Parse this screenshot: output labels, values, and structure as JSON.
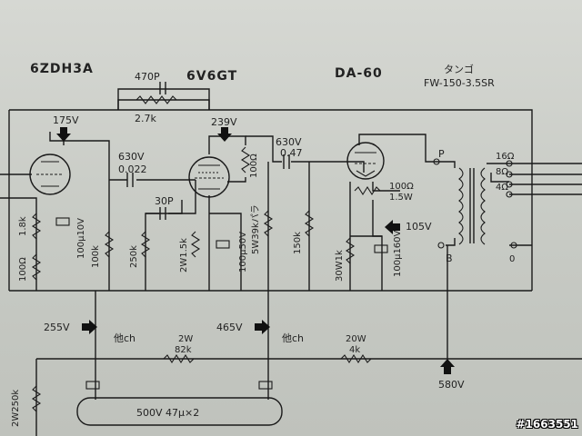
{
  "tubes": {
    "rectifier_stage": "6ZDH3A",
    "driver": "6V6GT",
    "output": "DA-60"
  },
  "transformer": {
    "brand": "タンゴ",
    "model": "FW-150-3.5SR",
    "taps": [
      "16Ω",
      "8Ω",
      "4Ω",
      "0"
    ],
    "primary": [
      "P",
      "B"
    ]
  },
  "feedback": {
    "cap": "470P",
    "res": "2.7k"
  },
  "voltages": {
    "v175": "175V",
    "v239": "239V",
    "v105": "105V",
    "v255": "255V",
    "v465": "465V",
    "v580": "580V"
  },
  "components": {
    "c_coupling1_v": "630V",
    "c_coupling1_val": "0.022",
    "c_coupling2_v": "630V",
    "c_coupling2_val": "0.47",
    "c30p": "30P",
    "r1_8k": "1.8k",
    "r100_a": "100Ω",
    "c_bypass1": "100μ10V",
    "r100k": "100k",
    "r250k": "250k",
    "r1_5k": "2W1.5k",
    "c_bypass2": "100μ50V",
    "r100_b": "100Ω",
    "r39k": "5W39kパラ",
    "r150k": "150k",
    "r_hum_val": "100Ω",
    "r_hum_w": "1.5W",
    "r1k": "30W1k",
    "c_bypass3": "100μ160V",
    "other_ch1": "他ch",
    "other_ch2": "他ch",
    "r82k_w": "2W",
    "r82k": "82k",
    "r4k_w": "20W",
    "r4k": "4k",
    "r250k_2": "2W250k",
    "filter_cap": "500V 47μ×2"
  },
  "watermark": "#1663551"
}
